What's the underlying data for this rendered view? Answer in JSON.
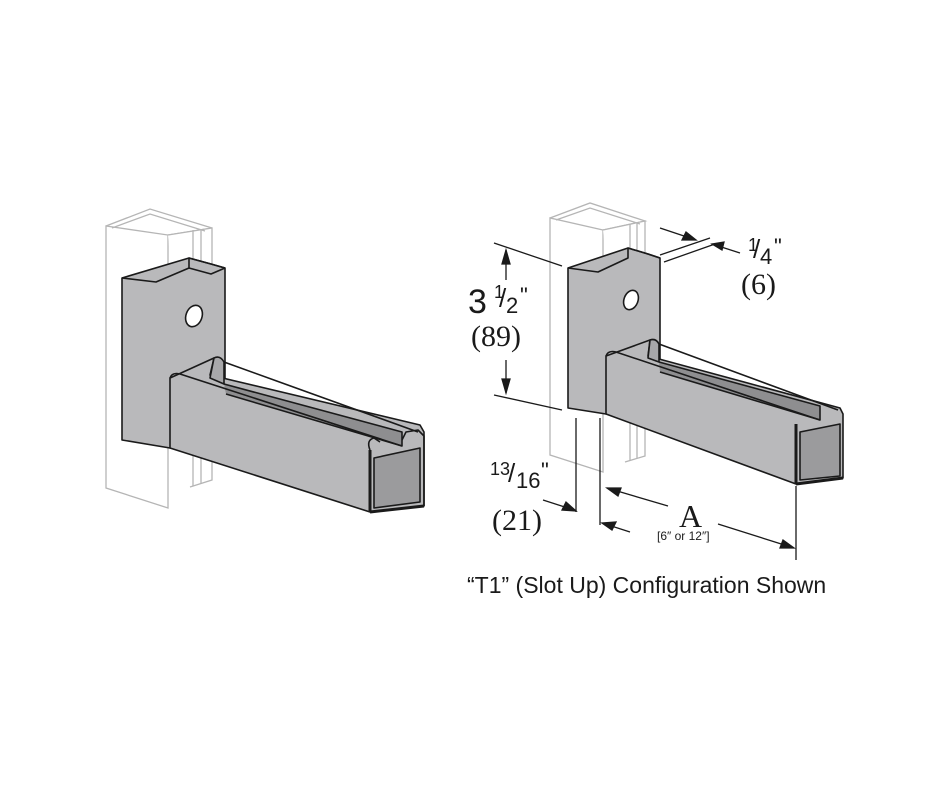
{
  "figure": {
    "type": "technical-drawing",
    "subject": "strut channel single bracket",
    "colors": {
      "background": "#ffffff",
      "metal_face": "#b9b9bb",
      "metal_dark": "#8e8e90",
      "outline": "#1a1a1a",
      "ghost_outline": "#b5b5b5"
    }
  },
  "dimensions": {
    "height": {
      "whole": "3",
      "num": "1",
      "den": "2",
      "unit": "\"",
      "metric": "(89)"
    },
    "thickness": {
      "num": "1",
      "den": "4",
      "unit": "\"",
      "metric": "(6)"
    },
    "flange": {
      "num": "13",
      "den": "16",
      "unit": "\"",
      "metric": "(21)"
    },
    "length": {
      "label": "A",
      "options": "[6″ or 12″]"
    }
  },
  "caption": "“T1” (Slot Up) Configuration Shown"
}
